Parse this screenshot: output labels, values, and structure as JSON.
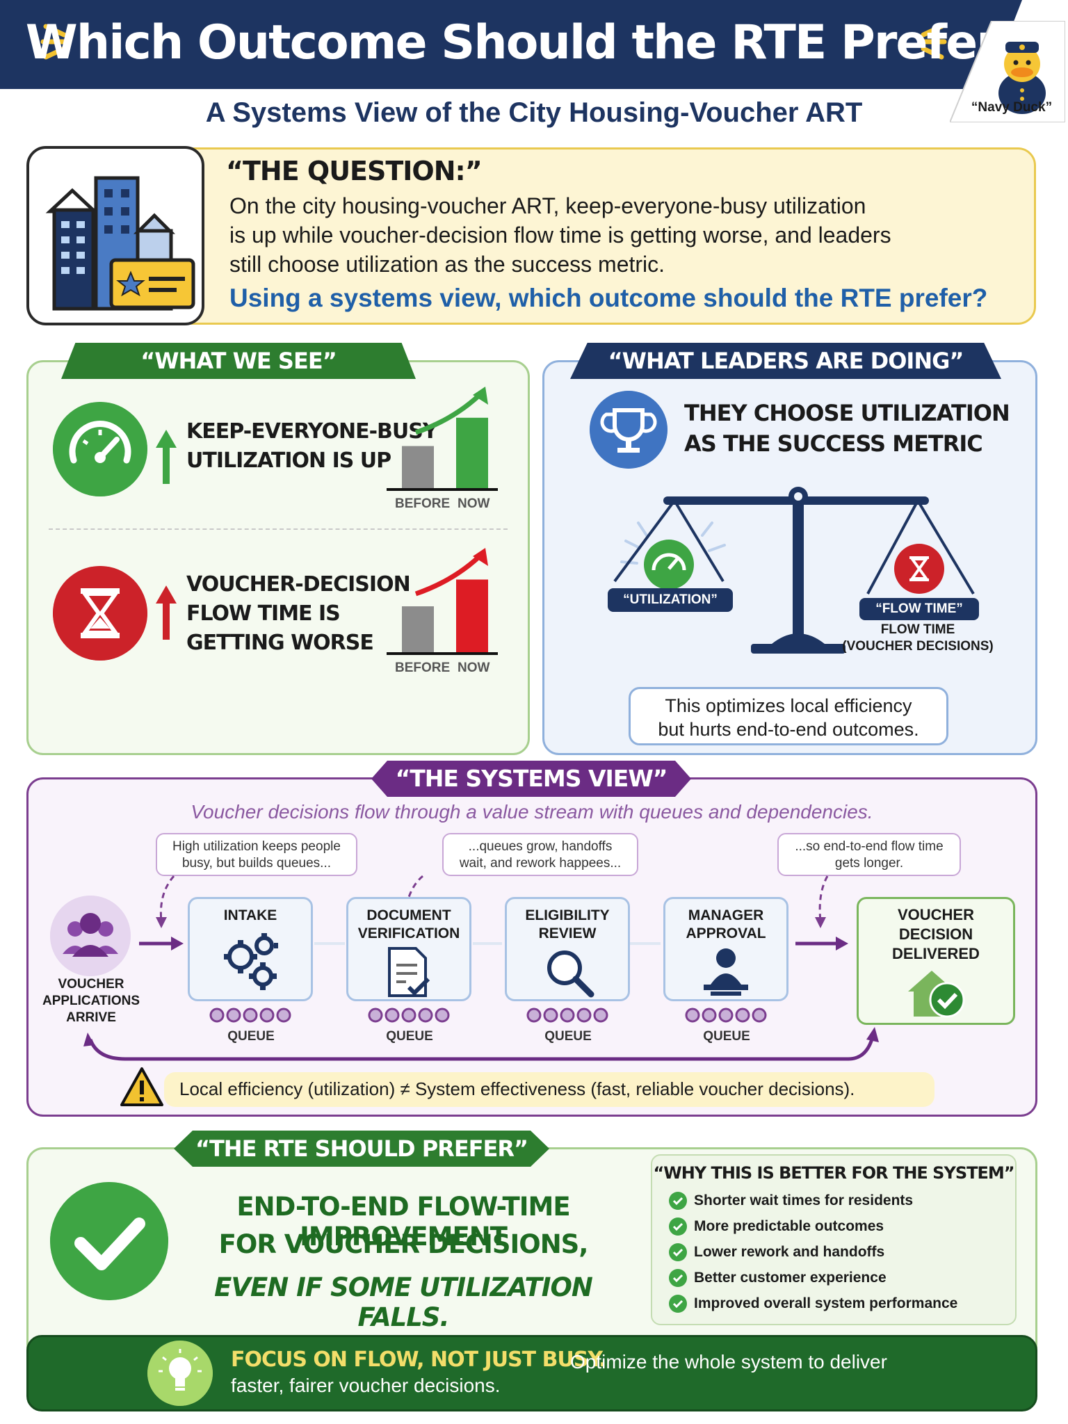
{
  "header": {
    "title": "Which Outcome Should the RTE Prefer?",
    "subtitle": "A Systems View of the City Housing-Voucher ART",
    "mascot_label": "“Navy Duck”"
  },
  "question": {
    "title": "“THE QUESTION:”",
    "line1": "On the city housing-voucher ART, keep-everyone-busy utilization",
    "line2": "is up while voucher-decision flow time is getting worse, and leaders",
    "line3": "still choose utilization as the success metric.",
    "ask": "Using a systems view, which outcome should the RTE prefer?"
  },
  "what_we_see": {
    "tab": "“WHAT WE SEE”",
    "util_line1": "KEEP-EVERYONE-BUSY",
    "util_line2": "UTILIZATION IS UP",
    "flow_line1": "VOUCHER-DECISION",
    "flow_line2": "FLOW TIME IS",
    "flow_line3": "GETTING WORSE",
    "before_label": "BEFORE",
    "now_label": "NOW",
    "util_bars": [
      0.55,
      0.92
    ],
    "flow_bars": [
      0.6,
      0.95
    ]
  },
  "leaders": {
    "tab": "“WHAT LEADERS ARE DOING”",
    "line1": "THEY CHOOSE UTILIZATION",
    "line2": "AS THE SUCCESS METRIC",
    "util_pan": "“UTILIZATION”",
    "flow_pan": "“FLOW TIME”",
    "flow_sub1": "FLOW TIME",
    "flow_sub2": "(VOUCHER DECISIONS)",
    "note1": "This optimizes local efficiency",
    "note2": "but hurts end-to-end outcomes."
  },
  "systems": {
    "tab": "“THE SYSTEMS VIEW”",
    "intro": "Voucher decisions flow through a value stream with queues and dependencies.",
    "callout1_a": "High utilization keeps people",
    "callout1_b": "busy, but builds queues...",
    "callout2_a": "...queues grow, handoffs",
    "callout2_b": "wait, and rework happees...",
    "callout3_a": "...so end-to-end flow time",
    "callout3_b": "gets longer.",
    "arrive_1": "VOUCHER",
    "arrive_2": "APPLICATIONS",
    "arrive_3": "ARRIVE",
    "stages": [
      {
        "l1": "INTAKE",
        "l2": ""
      },
      {
        "l1": "DOCUMENT",
        "l2": "VERIFICATION"
      },
      {
        "l1": "ELIGIBILITY",
        "l2": "REVIEW"
      },
      {
        "l1": "MANAGER",
        "l2": "APPROVAL"
      }
    ],
    "queue_label": "QUEUE",
    "done_1": "VOUCHER",
    "done_2": "DECISION",
    "done_3": "DELIVERED",
    "warning": "Local efficiency (utilization) ≠ System effectiveness (fast, reliable voucher decisions)."
  },
  "prefer": {
    "tab": "“THE RTE SHOULD PREFER”",
    "line1": "END-TO-END FLOW-TIME IMPROVEMENT",
    "line2": "FOR VOUCHER DECISIONS,",
    "line3": "EVEN IF SOME UTILIZATION FALLS.",
    "why_title": "“WHY THIS IS BETTER FOR THE SYSTEM”",
    "why_items": [
      "Shorter wait times for residents",
      "More predictable outcomes",
      "Lower rework and handoffs",
      "Better customer experience",
      "Improved overall system performance"
    ],
    "focus_head": "FOCUS ON FLOW, NOT JUST BUSY.",
    "focus_rest": "Optimize the whole system to deliver",
    "focus_line2": "faster, fairer voucher decisions."
  },
  "colors": {
    "navy": "#1d3461",
    "green": "#3ea544",
    "dark_green": "#2d7d2f",
    "red": "#cc2229",
    "purple": "#6b2c84",
    "blue": "#1f5fa8",
    "yellow": "#f2c230"
  }
}
